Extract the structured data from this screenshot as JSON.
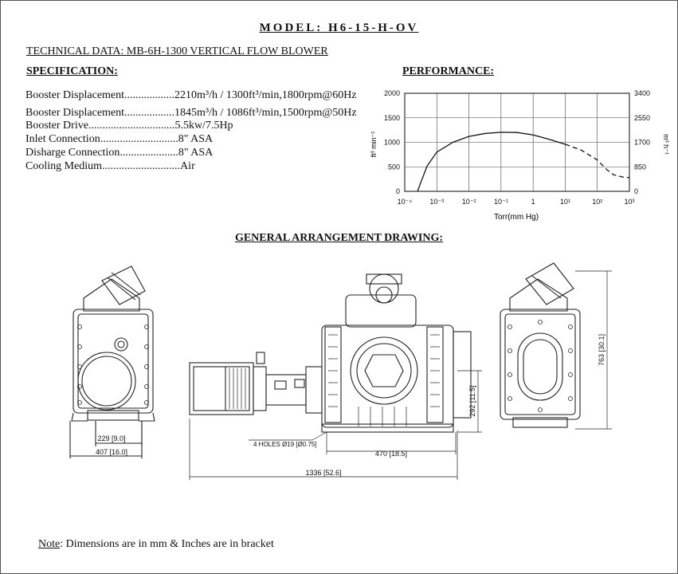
{
  "title": "MODEL: H6-15-H-OV",
  "technical_data": "TECHNICAL DATA: MB-6H-1300 VERTICAL FLOW BLOWER",
  "specification": {
    "heading": "SPECIFICATION:",
    "rows": [
      {
        "label": "Booster Displacement..................",
        "value": "2210m³/h / 1300ft³/min,1800rpm@60Hz"
      },
      {
        "label": "Booster Displacement..................",
        "value": "1845m³/h / 1086ft³/min,1500rpm@50Hz"
      },
      {
        "label": "Booster Drive...............................",
        "value": "5.5kw/7.5Hp"
      },
      {
        "label": "Inlet Connection............................",
        "value": "8\" ASA"
      },
      {
        "label": "Disharge Connection.....................",
        "value": "8\" ASA"
      },
      {
        "label": "Cooling Medium............................",
        "value": "Air"
      }
    ]
  },
  "performance": {
    "heading": "PERFORMANCE:",
    "chart_data": {
      "type": "line",
      "xlabel": "Torr(mm Hg)",
      "ylabel_left": "ft³ min⁻¹",
      "ylabel_right": "m³ h⁻¹",
      "x_scale": "log",
      "x_ticks": [
        "10⁻⁴",
        "10⁻³",
        "10⁻²",
        "10⁻¹",
        "1",
        "10¹",
        "10²",
        "10³"
      ],
      "x_tick_exponents": [
        -4,
        -3,
        -2,
        -1,
        0,
        1,
        2,
        3
      ],
      "y_ticks_left": [
        "0",
        "500",
        "1000",
        "1500",
        "2000"
      ],
      "y_ticks_right": [
        "0",
        "850",
        "1700",
        "2550",
        "3400"
      ],
      "ylim": [
        0,
        2000
      ],
      "grid": true,
      "series": [
        {
          "style": "solid",
          "points": [
            [
              -3.6,
              0
            ],
            [
              -3.5,
              180
            ],
            [
              -3.3,
              520
            ],
            [
              -3.0,
              800
            ],
            [
              -2.5,
              1000
            ],
            [
              -2.0,
              1120
            ],
            [
              -1.5,
              1180
            ],
            [
              -1.0,
              1205
            ],
            [
              -0.5,
              1200
            ],
            [
              0,
              1150
            ],
            [
              0.5,
              1060
            ],
            [
              1.0,
              960
            ]
          ]
        },
        {
          "style": "dashed",
          "points": [
            [
              1.0,
              960
            ],
            [
              1.5,
              840
            ],
            [
              2.0,
              640
            ],
            [
              2.3,
              440
            ],
            [
              2.5,
              340
            ],
            [
              2.8,
              290
            ],
            [
              3.0,
              280
            ]
          ]
        }
      ]
    }
  },
  "general_arrangement": {
    "heading": "GENERAL ARRANGEMENT DRAWING:",
    "dimensions": {
      "d229": "229 [9.0]",
      "d407": "407 [16.0]",
      "holes": "4 HOLES Ø19 [Ø0.75]",
      "d470": "470 [18.5]",
      "d1336": "1336 [52.6]",
      "d292": "292 [11.5]",
      "d763": "763 [30.1]"
    }
  },
  "note": {
    "label": "Note",
    "text": ": Dimensions are in mm & Inches are in bracket"
  }
}
